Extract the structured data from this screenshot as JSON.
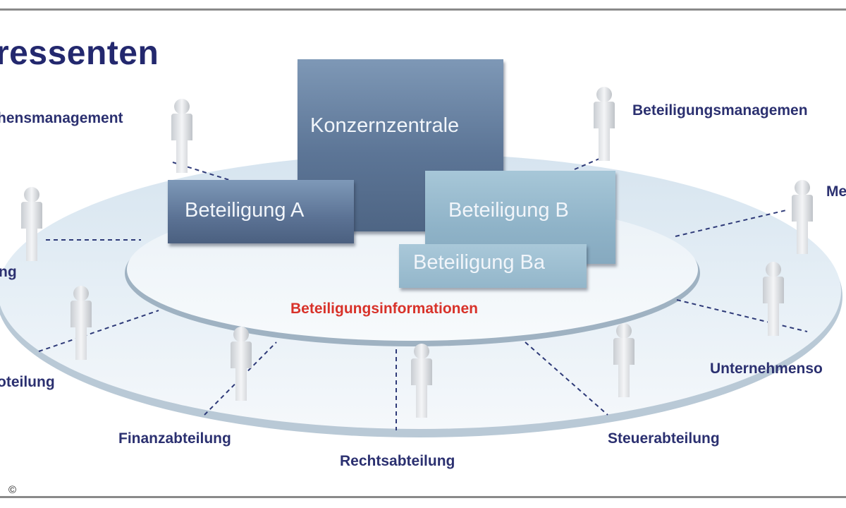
{
  "title": "ressenten",
  "center": {
    "konzernzentrale": "Konzernzentrale",
    "beteiligung_a": "Beteiligung A",
    "beteiligung_b": "Beteiligung B",
    "beteiligung_ba": "Beteiligung Ba",
    "info_label": "Beteiligungsinformationen"
  },
  "stakeholders": {
    "top_left": "hensmanagement",
    "top_right": "Beteiligungsmanagemen",
    "right_top": "Me",
    "left_mid": "ng",
    "left_lower": "oteilung",
    "finanz": "Finanzabteilung",
    "recht": "Rechtsabteilung",
    "steuer": "Steuerabteilung",
    "right_lower": "Unternehmenso"
  },
  "copyright": "©",
  "colors": {
    "label_text": "#2b3070",
    "highlight": "#d8322a",
    "connector": "#2e3a78"
  }
}
